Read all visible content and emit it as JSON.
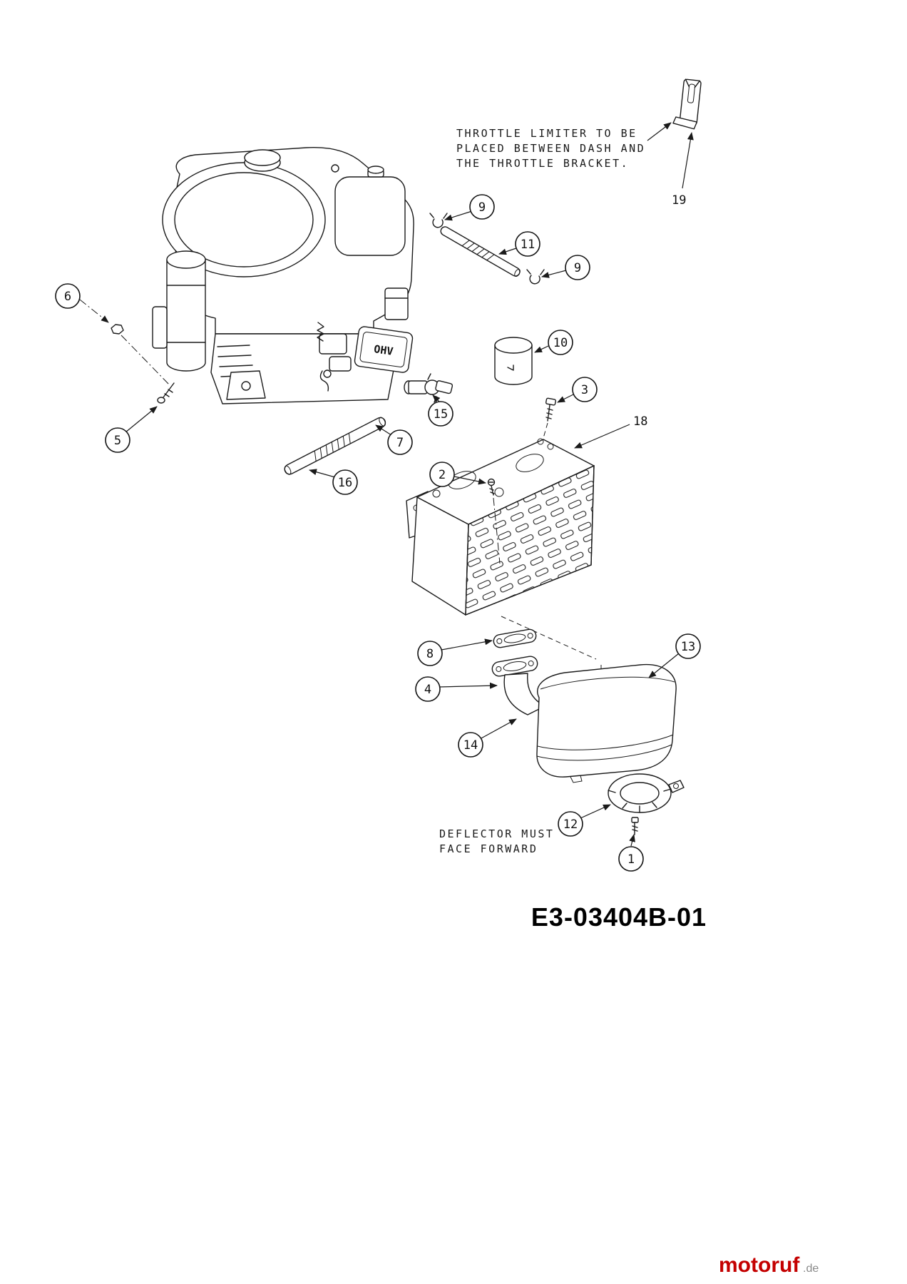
{
  "page": {
    "notes": {
      "throttle1": "THROTTLE LIMITER TO BE",
      "throttle2": "PLACED BETWEEN DASH AND",
      "throttle3": "THE THROTTLE BRACKET.",
      "deflector1": "DEFLECTOR MUST",
      "deflector2": "FACE FORWARD"
    },
    "drawing_number": "E3-03404B-01",
    "engine_label": "OHV",
    "watermark": {
      "brand": "motoruf",
      "suffix": ".de"
    },
    "callouts": {
      "c1": "1",
      "c2": "2",
      "c3": "3",
      "c4": "4",
      "c5": "5",
      "c6": "6",
      "c7": "7",
      "c8": "8",
      "c9a": "9",
      "c9b": "9",
      "c10": "10",
      "c11": "11",
      "c12": "12",
      "c13": "13",
      "c14": "14",
      "c15": "15",
      "c16": "16",
      "c18": "18",
      "c19": "19"
    }
  }
}
